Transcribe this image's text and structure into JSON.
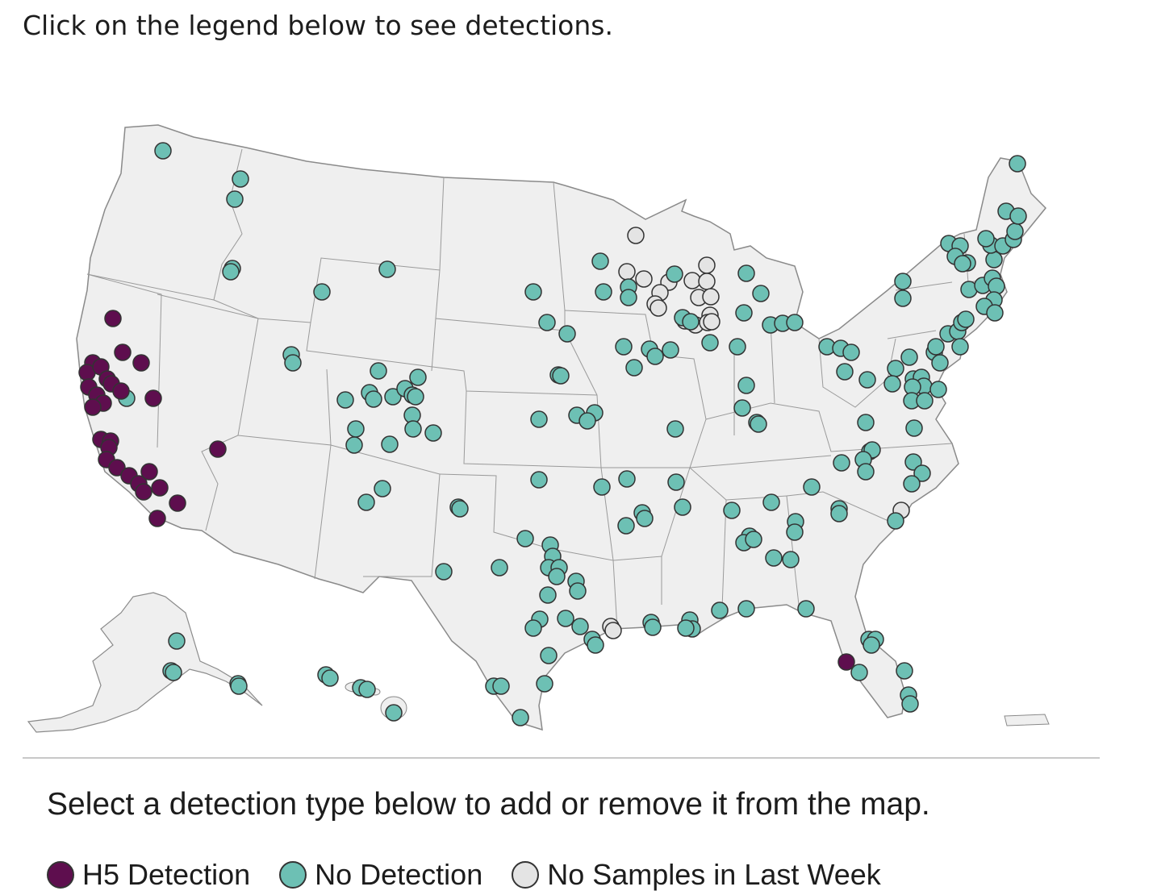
{
  "intro_text": "Click on the legend below to see detections.",
  "legend": {
    "title": "Select a detection type below to add or remove it from the map.",
    "items": [
      {
        "label": "H5 Detection",
        "color": "#5e0e4e"
      },
      {
        "label": "No Detection",
        "color": "#6dc0b4"
      },
      {
        "label": "No Samples in Last Week",
        "color": "#e4e4e4"
      }
    ]
  },
  "map": {
    "land_color": "#efefef",
    "border_color": "#8a8a8a"
  }
}
